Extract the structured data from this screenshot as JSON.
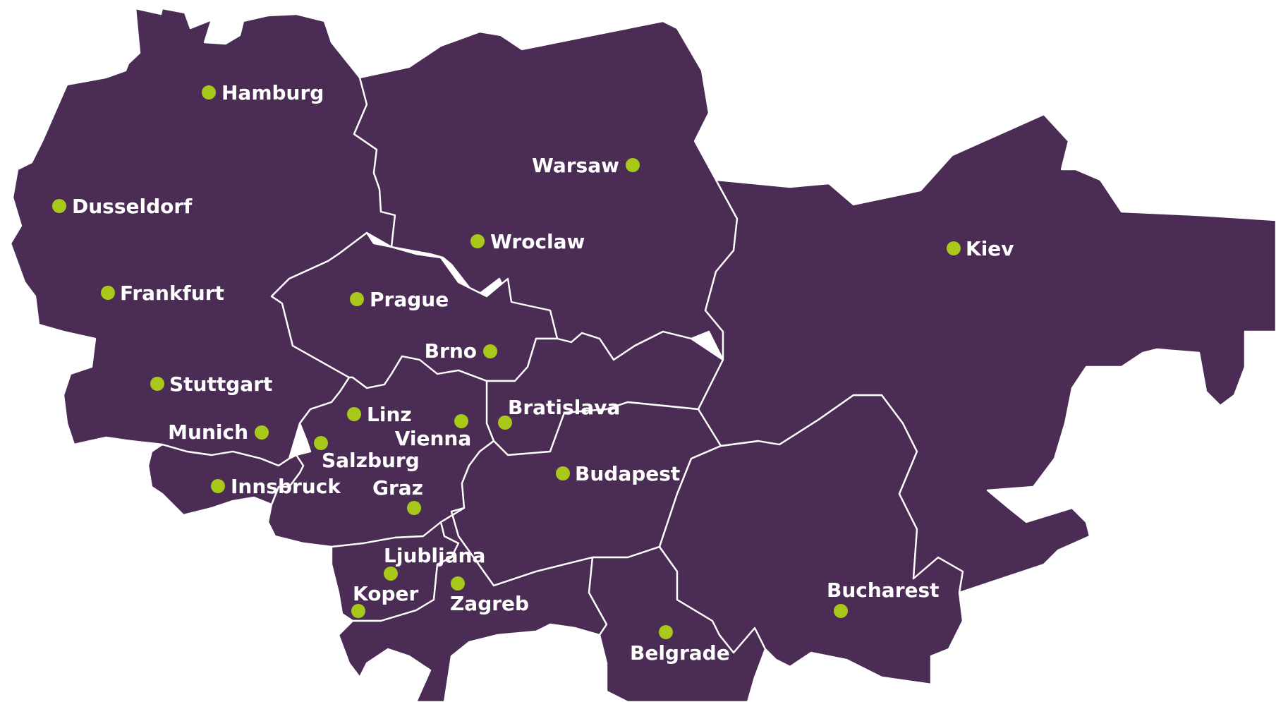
{
  "colors": {
    "land": "#4b2c55",
    "border": "#ffffff",
    "marker": "#a8c81a",
    "label": "#ffffff",
    "background": "#ffffff"
  },
  "countries": [
    {
      "name": "germany"
    },
    {
      "name": "poland"
    },
    {
      "name": "czechia"
    },
    {
      "name": "slovakia"
    },
    {
      "name": "austria"
    },
    {
      "name": "switzerland"
    },
    {
      "name": "hungary"
    },
    {
      "name": "slovenia"
    },
    {
      "name": "croatia"
    },
    {
      "name": "serbia"
    },
    {
      "name": "romania"
    },
    {
      "name": "ukraine"
    }
  ],
  "cities": [
    {
      "name": "Hamburg"
    },
    {
      "name": "Dusseldorf"
    },
    {
      "name": "Frankfurt"
    },
    {
      "name": "Stuttgart"
    },
    {
      "name": "Munich"
    },
    {
      "name": "Innsbruck"
    },
    {
      "name": "Warsaw"
    },
    {
      "name": "Wroclaw"
    },
    {
      "name": "Prague"
    },
    {
      "name": "Brno"
    },
    {
      "name": "Linz"
    },
    {
      "name": "Vienna"
    },
    {
      "name": "Salzburg"
    },
    {
      "name": "Bratislava"
    },
    {
      "name": "Graz"
    },
    {
      "name": "Budapest"
    },
    {
      "name": "Ljubljana"
    },
    {
      "name": "Koper"
    },
    {
      "name": "Zagreb"
    },
    {
      "name": "Belgrade"
    },
    {
      "name": "Bucharest"
    },
    {
      "name": "Kiev"
    }
  ]
}
